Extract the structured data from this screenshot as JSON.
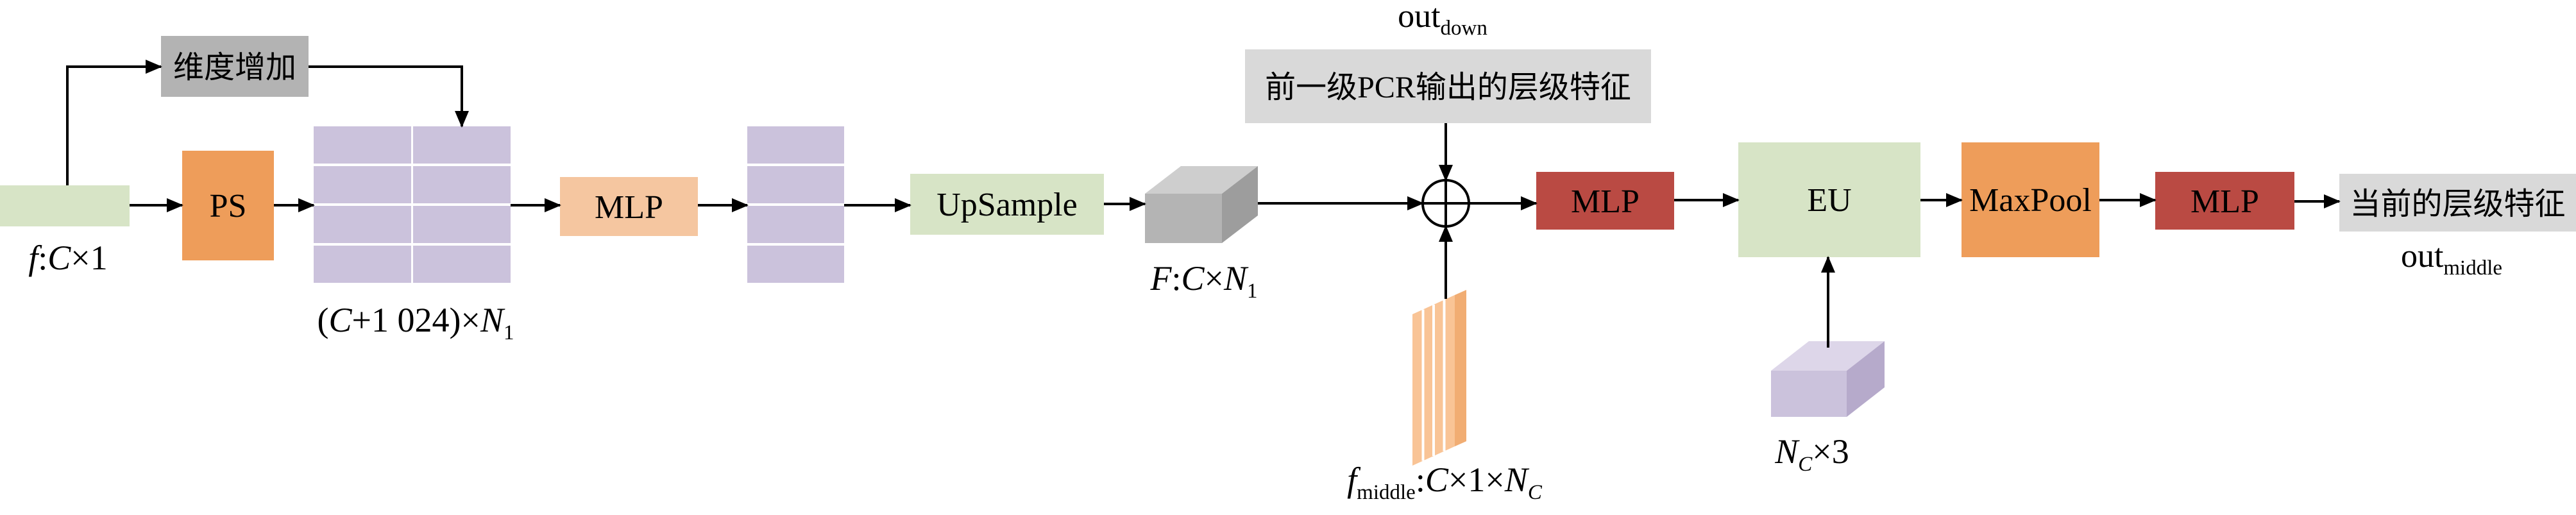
{
  "diagram": {
    "nodes": {
      "dim_increase": "维度增加",
      "ps": "PS",
      "mlp_1": "MLP",
      "upsample": "UpSample",
      "prev_level_feature": "前一级PCR输出的层级特征",
      "mlp_2": "MLP",
      "eu": "EU",
      "maxpool": "MaxPool",
      "mlp_3": "MLP",
      "current_level_feature": "当前的层级特征"
    },
    "labels": {
      "input": [
        "f",
        ":",
        "C",
        "×1"
      ],
      "concat": [
        "(",
        "C",
        "+1 024)×",
        "N",
        "1"
      ],
      "upsampled": [
        "F",
        ":",
        "C",
        "×",
        "N",
        "1"
      ],
      "f_middle": [
        "f",
        "middle",
        ":",
        "C",
        "×1×",
        "N",
        "C"
      ],
      "nc_3": [
        "N",
        "C",
        "×3"
      ],
      "out_down": [
        "out",
        "down"
      ],
      "out_middle": [
        "out",
        "middle"
      ]
    },
    "colors": {
      "input_green": "#d7e4c6",
      "dim_gray": "#b3b3b3",
      "ps_orange": "#ee9d5a",
      "lavender": "#cbc2dc",
      "mlp_light_orange": "#f5c6a0",
      "upsample_green": "#d7e4c6",
      "block_gray_front": "#b4b4b4",
      "block_gray_top": "#cecece",
      "block_gray_side": "#9d9d9d",
      "feature_light_gray": "#d9d9d9",
      "fmiddle_orange": "#f9c496",
      "fmiddle_orange_side": "#f1ad73",
      "mlp_red": "#ba4a43",
      "eu_green": "#d7e4c6",
      "maxpool_orange": "#ee9d5a",
      "purple_front": "#cbc2dc",
      "purple_top": "#ddd6e9",
      "purple_side": "#b6aacb",
      "sum_fill": "#ffffff"
    }
  }
}
